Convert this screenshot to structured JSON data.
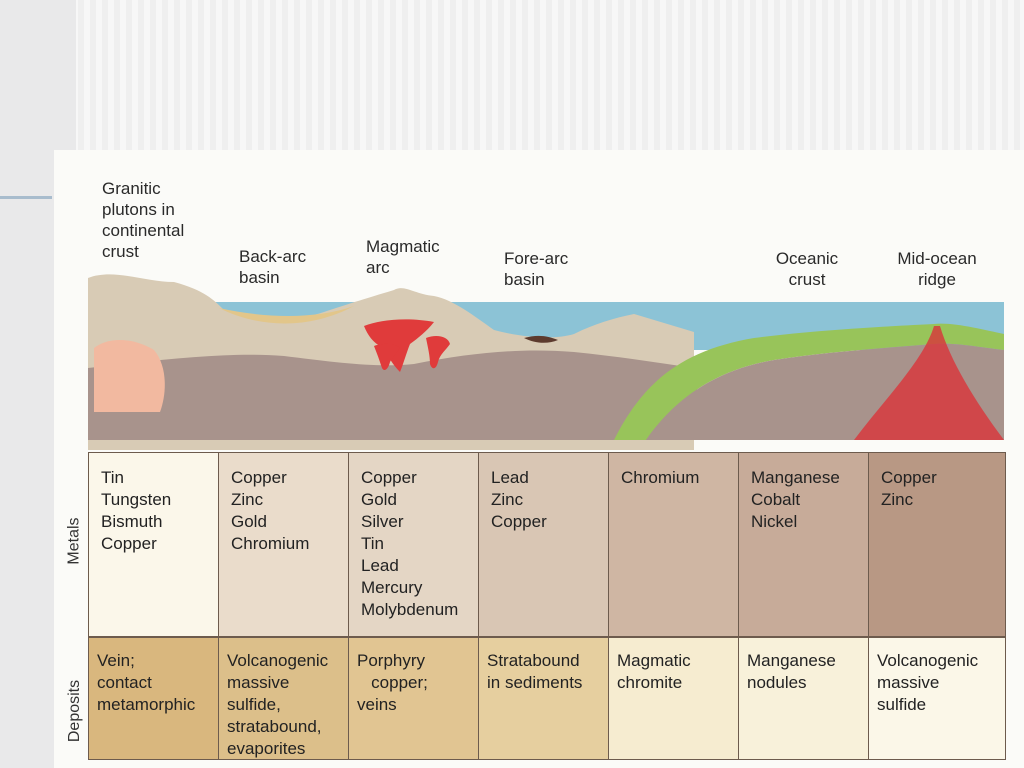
{
  "diagram": {
    "top_labels": {
      "granitic": [
        "Granitic",
        "plutons in",
        "continental",
        "crust"
      ],
      "back_arc": [
        "Back-arc",
        "basin"
      ],
      "magmatic_arc": [
        "Magmatic",
        "arc"
      ],
      "fore_arc": [
        "Fore-arc",
        "basin"
      ],
      "oceanic": [
        "Oceanic",
        "crust"
      ],
      "ridge": [
        "Mid-ocean",
        "ridge"
      ]
    },
    "row_labels": {
      "metals": "Metals",
      "deposits": "Deposits"
    },
    "columns": [
      {
        "metals": [
          "Tin",
          "Tungsten",
          "Bismuth",
          "Copper"
        ],
        "deposits": [
          "Vein;",
          "contact",
          "metamorphic"
        ],
        "metal_color": "#fbf7ea",
        "deposit_color": "#d9b77e"
      },
      {
        "metals": [
          "Copper",
          "Zinc",
          "Gold",
          "Chromium"
        ],
        "deposits": [
          "Volcanogenic",
          "massive",
          "sulfide,",
          "stratabound,",
          "evaporites"
        ],
        "metal_color": "#eadccb",
        "deposit_color": "#dcbf8a"
      },
      {
        "metals": [
          "Copper",
          "Gold",
          "Silver",
          "Tin",
          "Lead",
          "Mercury",
          "Molybdenum"
        ],
        "deposits": [
          "Porphyry",
          "   copper;",
          "veins"
        ],
        "metal_color": "#e4d6c5",
        "deposit_color": "#e1c592"
      },
      {
        "metals": [
          "Lead",
          "Zinc",
          "Copper"
        ],
        "deposits": [
          "Stratabound",
          "in sediments"
        ],
        "metal_color": "#d9c6b4",
        "deposit_color": "#e6cf9f"
      },
      {
        "metals": [
          "Chromium"
        ],
        "deposits": [
          "Magmatic",
          "chromite"
        ],
        "metal_color": "#cfb6a3",
        "deposit_color": "#f6ecd0"
      },
      {
        "metals": [
          "Manganese",
          "Cobalt",
          "Nickel"
        ],
        "deposits": [
          "Manganese",
          "nodules"
        ],
        "metal_color": "#c7ab99",
        "deposit_color": "#f8f1da"
      },
      {
        "metals": [
          "Copper",
          "Zinc"
        ],
        "deposits": [
          "Volcanogenic",
          "massive",
          "sulfide"
        ],
        "metal_color": "#b89884",
        "deposit_color": "#fbf7e8"
      }
    ],
    "colors": {
      "water": "#8cc3d6",
      "crust": "#d8cbb5",
      "mantle": "#a8938c",
      "granite": "#f2b9a0",
      "oceanic_plate": "#98c45a",
      "magma": "#e03b3b",
      "ridge_magma": "#d9353a"
    }
  }
}
